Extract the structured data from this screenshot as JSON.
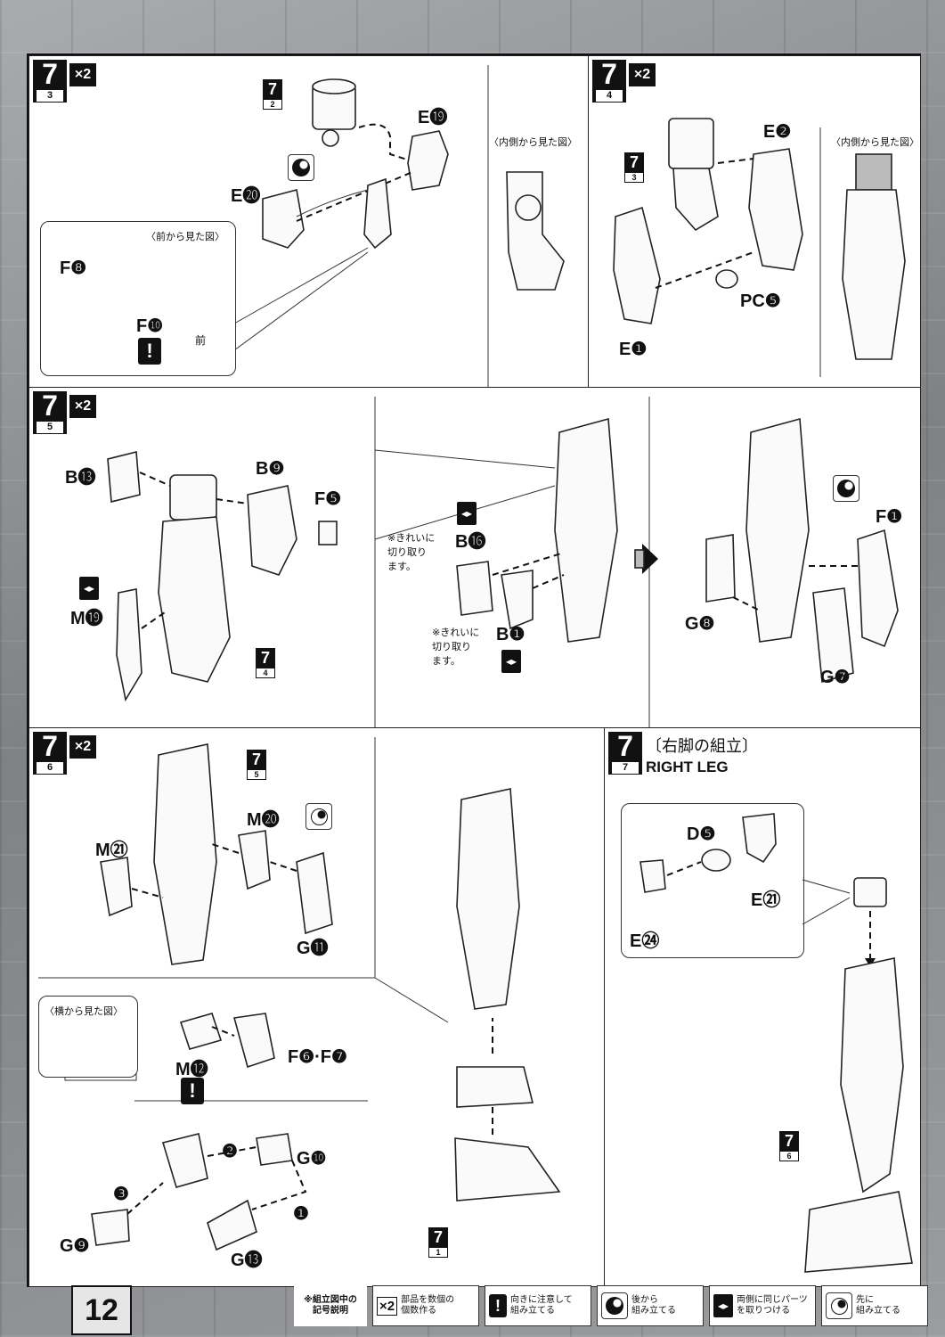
{
  "page_number": "12",
  "steps": {
    "s3": {
      "number": "7",
      "sub": "3",
      "multiplier": "×2",
      "labels": {
        "e19": "E⓳",
        "e20": "E⓴",
        "f8": "F❽",
        "f10": "F❿",
        "ref": "7",
        "ref_sub": "2"
      },
      "inner_view": "〈内側から見た図〉",
      "front_view": "〈前から見た図〉",
      "front": "前"
    },
    "s4": {
      "number": "7",
      "sub": "4",
      "multiplier": "×2",
      "labels": {
        "e2": "E❷",
        "e1": "E❶",
        "pc5": "PC❺",
        "ref": "7",
        "ref_sub": "3"
      },
      "inner_view": "〈内側から見た図〉"
    },
    "s5": {
      "number": "7",
      "sub": "5",
      "multiplier": "×2",
      "labels": {
        "b13": "B⓭",
        "b9": "B❾",
        "f5": "F❺",
        "m19": "M⓳",
        "b16": "B⓰",
        "b1": "B❶",
        "f1": "F❶",
        "g8": "G❽",
        "g7": "G❼",
        "ref": "7",
        "ref_sub": "4"
      },
      "note_clean_1": "※きれいに\n切り取り\nます。",
      "note_clean_2": "※きれいに\n切り取り\nます。"
    },
    "s6": {
      "number": "7",
      "sub": "6",
      "multiplier": "×2",
      "labels": {
        "m21": "M㉑",
        "m20": "M⓴",
        "g11": "G⓫",
        "m12": "M⓬",
        "f6f7": "F❻·F❼",
        "g10": "G❿",
        "g9": "G❾",
        "g13": "G⓭",
        "ref": "7",
        "ref_sub": "5",
        "ref2": "7",
        "ref2_sub": "1"
      },
      "side_view": "〈横から見た図〉",
      "order": [
        "❶",
        "❷",
        "❸"
      ]
    },
    "s7": {
      "number": "7",
      "sub": "7",
      "title_jp": "〔右脚の組立〕",
      "title_en": "RIGHT LEG",
      "labels": {
        "d5": "D❺",
        "e21": "E㉑",
        "e24": "E㉔",
        "ref": "7",
        "ref_sub": "6"
      }
    }
  },
  "legend": {
    "title": "※組立図中の\n記号説明",
    "items": [
      {
        "icon": "multiplier-icon",
        "symbol": "×2",
        "text": "部品を数個の\n個数作る"
      },
      {
        "icon": "exclamation-icon",
        "symbol": "!",
        "text": "向きに注意して\n組み立てる"
      },
      {
        "icon": "assemble-later-icon",
        "text": "後から\n組み立てる"
      },
      {
        "icon": "both-sides-icon",
        "text": "両側に同じパーツ\nを取りつける"
      },
      {
        "icon": "assemble-first-icon",
        "text": "先に\n組み立てる"
      }
    ]
  }
}
